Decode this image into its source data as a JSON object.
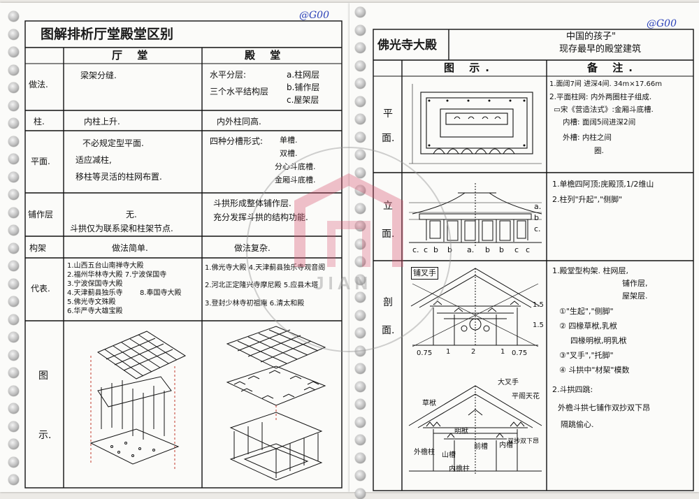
{
  "left_page": {
    "title": "图解排析厅堂殿堂区别",
    "corner_tag": "@G00",
    "col_hall": "厅 堂",
    "col_palace": "殿 堂",
    "rows": {
      "method": {
        "label": "做法.",
        "hall": "梁架分缝.",
        "palace_left": [
          "水平分层:",
          "三个水平结构层"
        ],
        "palace_right": [
          "a.柱网层",
          "b.铺作层",
          "c.屋架层"
        ]
      },
      "column": {
        "label": "柱.",
        "hall": "内柱上升.",
        "palace": "内外柱同高."
      },
      "plan": {
        "label": "平面.",
        "hall": [
          "不必规定型平面.",
          "适应减柱,",
          "移柱等灵活的柱网布置."
        ],
        "palace_main": "四种分槽形式:",
        "palace_types": [
          "单槽.",
          "双槽.",
          "分心斗底槽.",
          "金厢斗底槽."
        ]
      },
      "bracket": {
        "label": "铺作层",
        "hall": [
          "无.",
          "斗拱仅为联系梁和柱架节点."
        ],
        "palace": [
          "斗拱形成整体铺作层.",
          "充分发挥斗拱的结构功能."
        ]
      },
      "roof": {
        "label": "构架",
        "hall": "做法简单.",
        "palace": "做法复杂."
      },
      "examples": {
        "label": "代表.",
        "hall": [
          "1.山西五台山南禅寺大殿",
          "2.福州华林寺大殿 7.宁波保国寺",
          "3.宁波保国寺大殿",
          "4.天津蓟县独乐寺",
          "5.佛光寺文殊殿",
          "6.华严寺大雄宝殿",
          "8.奉国寺大殿"
        ],
        "palace": [
          "1.佛光寺大殿 4.天津蓟县独乐寺观音阁",
          "2.河北正定隆兴寺摩尼殿 5.应县木塔",
          "3.登封少林寺初祖庵 6.清太和殿"
        ]
      },
      "diagram": {
        "label": [
          "图",
          "示."
        ]
      }
    }
  },
  "right_page": {
    "title": "佛光寺大殿",
    "subtitle_1": "中国的孩子\"",
    "subtitle_2": "现存最早的殿堂建筑",
    "corner_tag": "@G00",
    "col_diagram": "图 示.",
    "col_notes": "备 注.",
    "rows": {
      "plan": {
        "label": [
          "平",
          "面."
        ],
        "notes": [
          "1.面阔7间 进深4间. 34m×17.66m",
          "2.平面柱网: 内外两圈柱子组成.",
          "▭宋《营造法式》:金厢斗底槽.",
          "内槽: 面阔5间进深2间",
          "外槽: 内柱之间",
          "圈."
        ]
      },
      "elevation": {
        "label": [
          "立",
          "面."
        ],
        "notes": [
          "1.单檐四阿顶;庑殿顶,1/2维山",
          "2.柱列\"升起\",\"侧脚\""
        ],
        "scale_letters": [
          "c.",
          "c",
          "b",
          "b",
          "a.",
          "b",
          "b",
          "c",
          "c"
        ],
        "side_letters": [
          "a.",
          "b",
          "c."
        ]
      },
      "section": {
        "label": [
          "剖",
          "面."
        ],
        "section_tag": "铺叉手",
        "notes": [
          "1.殿堂型构架. 柱网层,",
          "铺作层,",
          "屋架层.",
          "①\"生起\",\"侧脚\"",
          "② 四椽草栿,乳栿",
          "四椽明栿,明乳栿",
          "③\"叉手\",\"托脚\"",
          "④ 斗拱中\"材栔\"模数",
          "2.斗拱四跳:",
          "外檐斗拱七铺作双抄双下昂",
          "隔跳偷心."
        ],
        "dims": [
          "1.5",
          "1.5",
          "1",
          "2",
          "1",
          "0.75",
          "0.75"
        ],
        "labels": [
          "大叉手",
          "平阁天花",
          "草栿",
          "明栿",
          "前槽",
          "内槽",
          "山槽",
          "双抄双下昂",
          "外檐柱",
          "内檐柱"
        ]
      }
    }
  },
  "watermark": {
    "text": "JIAN"
  }
}
